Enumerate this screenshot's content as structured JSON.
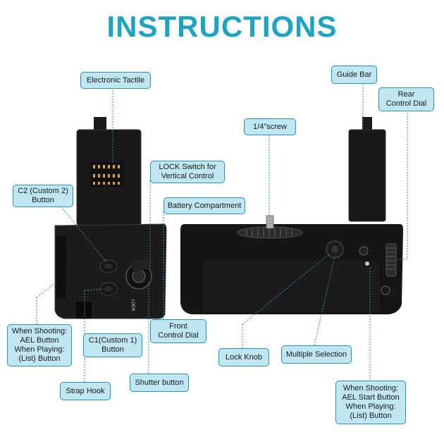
{
  "title": "INSTRUCTIONS",
  "labels": {
    "electronic_tactile": "Electronic Tactile",
    "guide_bar": "Guide Bar",
    "rear_control_dial": "Rear\nControl Dial",
    "screw": "1/4\"screw",
    "lock_switch": "LOCK Switch for\nVertical Control",
    "c2_button": "C2 (Custom 2)\nButton",
    "battery_compartment": "Battery Compartment",
    "when_shooting_ael": "When Shooting:\nAEL Button\nWhen Playing:\n(List) Button",
    "c1_button": "C1(Custom 1)\nButton",
    "front_control_dial": "Front\nControl Dial",
    "lock_knob": "Lock Knob",
    "multiple_selection": "Multiple Selection",
    "strap_hook": "Strap Hook",
    "shutter_button": "Shutter button",
    "when_shooting_ael_start": "When Shooting:\nAEL Start Button\nWhen Playing:\n(List) Button"
  },
  "grip_marks": {
    "lock_text": "LOCK"
  }
}
